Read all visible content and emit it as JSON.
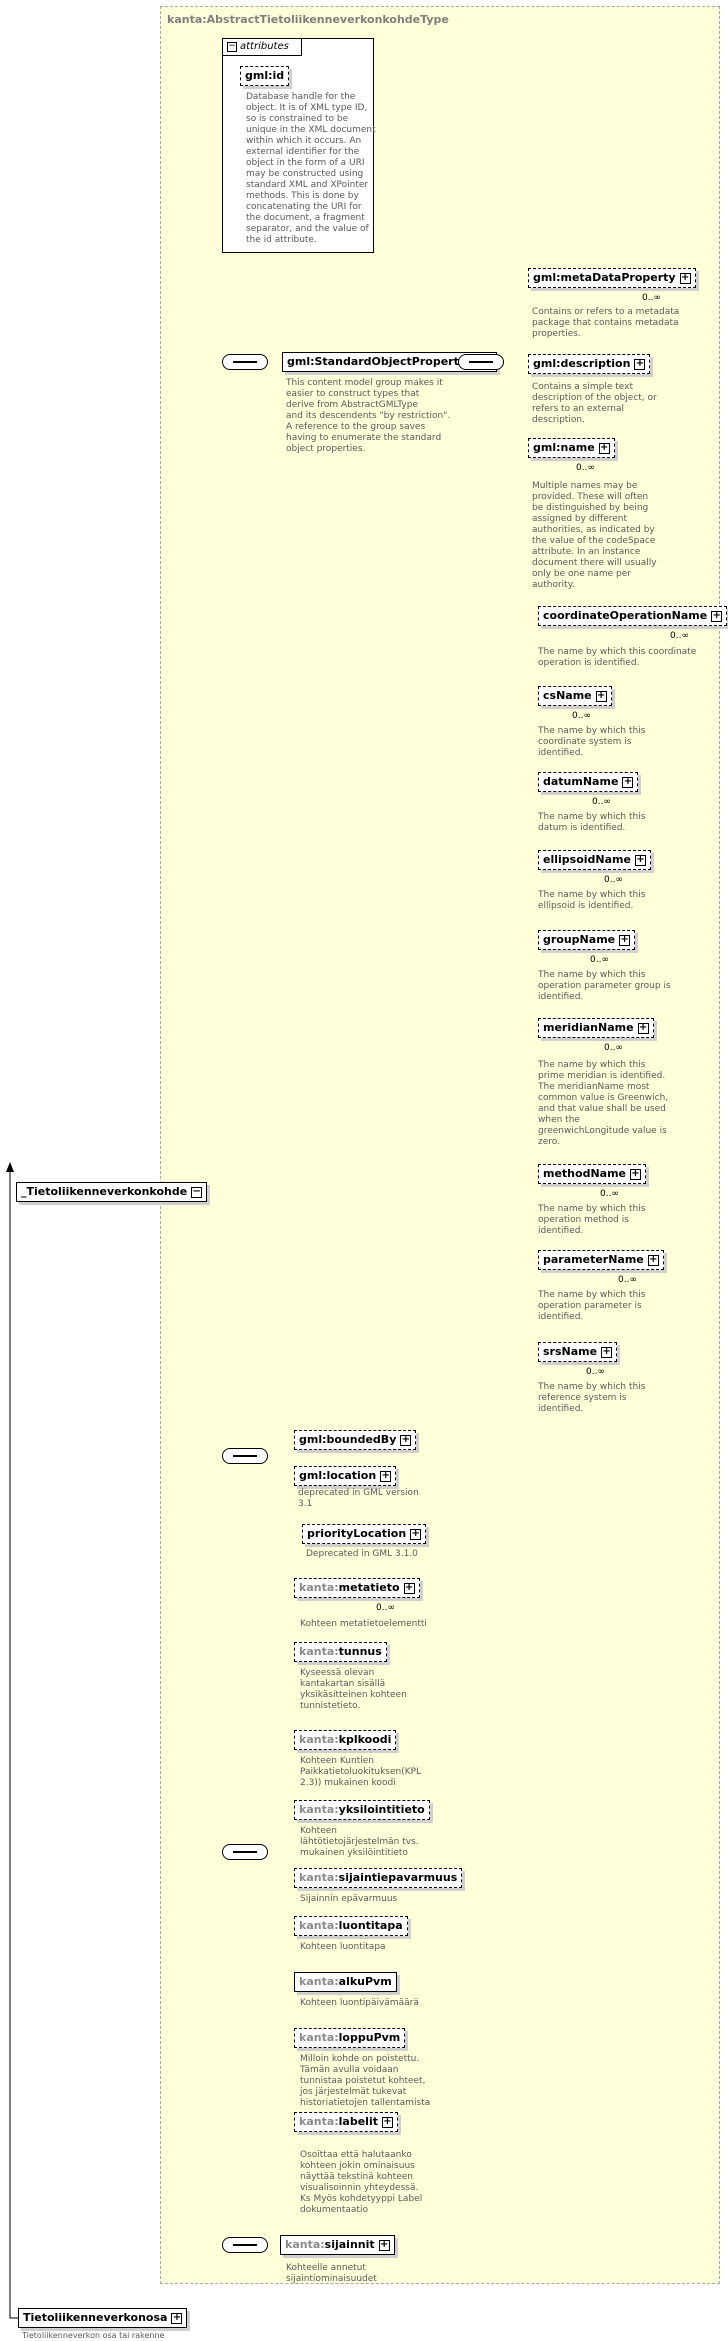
{
  "type_title": "kanta:AbstractTietoliikenneverkonkohdeType",
  "attributes_label": "attributes",
  "attributes": [
    {
      "name": "gml:id",
      "doc": "Database handle for the\nobject.  It is of XML type ID,\nso is constrained to be\nunique in the XML document\nwithin which it occurs.  An\nexternal identifier for the\nobject in the form of a URI\nmay be constructed using\nstandard XML and XPointer\nmethods.  This is done by\nconcatenating the URI for\nthe document, a fragment\nseparator, and the value of\nthe id attribute."
    }
  ],
  "root": {
    "name": "_Tietoliikenneverkonkohde"
  },
  "std_group": {
    "name": "gml:StandardObjectProperties",
    "doc": "This content model group makes it\neasier to construct types that\n      derive from AbstractGMLType\nand its descendents \"by restriction\".\n      A reference to the group saves\nhaving to enumerate the standard\nobject properties.",
    "children": [
      {
        "name": "gml:metaDataProperty",
        "card": "0..∞",
        "doc": "Contains or refers to a metadata\npackage that contains metadata\nproperties."
      },
      {
        "name": "gml:description",
        "card": "",
        "doc": "Contains a simple text\ndescription of the object, or\nrefers to an external\ndescription."
      },
      {
        "name": "gml:name",
        "card": "0..∞",
        "doc": "Multiple names may be\nprovided.  These will often\nbe distinguished by being\nassigned by different\nauthorities, as indicated by\nthe value of the codeSpace\nattribute.  In an instance\ndocument there will usually\nonly be one name per\nauthority."
      }
    ],
    "substitutions": [
      {
        "name": "coordinateOperationName",
        "card": "0..∞",
        "doc": "The name by which this coordinate\noperation is identified."
      },
      {
        "name": "csName",
        "card": "0..∞",
        "doc": "The name by which this\ncoordinate system is\nidentified."
      },
      {
        "name": "datumName",
        "card": "0..∞",
        "doc": "The name by which this\ndatum is identified."
      },
      {
        "name": "ellipsoidName",
        "card": "0..∞",
        "doc": "The name by which this\nellipsoid is identified."
      },
      {
        "name": "groupName",
        "card": "0..∞",
        "doc": "The name by which this\noperation parameter group is\nidentified."
      },
      {
        "name": "meridianName",
        "card": "0..∞",
        "doc": "The name by which this\nprime meridian is identified.\nThe meridianName most\ncommon value is Greenwich,\nand that value shall be used\nwhen the\ngreenwichLongitude value is\nzero."
      },
      {
        "name": "methodName",
        "card": "0..∞",
        "doc": "The name by which this\noperation method is\nidentified."
      },
      {
        "name": "parameterName",
        "card": "0..∞",
        "doc": "The name by which this\noperation parameter is\nidentified."
      },
      {
        "name": "srsName",
        "card": "0..∞",
        "doc": "The name by which this\nreference system is\nidentified."
      }
    ]
  },
  "bounded": {
    "children": [
      {
        "name": "gml:boundedBy",
        "card": "",
        "doc": ""
      },
      {
        "name": "gml:location",
        "card": "",
        "doc": "deprecated in GML version\n3.1"
      }
    ],
    "sub": {
      "name": "priorityLocation",
      "doc": "Deprecated in GML 3.1.0"
    }
  },
  "kanta": {
    "prefix": "kanta:",
    "children": [
      {
        "name": "metatieto",
        "card": "0..∞",
        "doc": "Kohteen metatietoelementti"
      },
      {
        "name": "tunnus",
        "card": "",
        "doc": "Kyseessä olevan\nkantakartan sisällä\nyksikäsitteinen kohteen\ntunnistetieto."
      },
      {
        "name": "kplkoodi",
        "card": "",
        "doc": "Kohteen Kuntien\nPaikkatietoluokituksen(KPL\n2.3)) mukainen koodi"
      },
      {
        "name": "yksilointitieto",
        "card": "",
        "doc": "Kohteen\nlähtötietojärjestelmän  tvs.\nmukainen yksilöintitieto"
      },
      {
        "name": "sijaintiepavarmuus",
        "card": "",
        "doc": "Sijainnin epävarmuus"
      },
      {
        "name": "luontitapa",
        "card": "",
        "doc": "Kohteen luontitapa"
      },
      {
        "name": "alkuPvm",
        "card": "",
        "doc": "Kohteen luontipäivämäärä"
      },
      {
        "name": "loppuPvm",
        "card": "",
        "doc": "Milloin kohde on poistettu.\nTämän avulla voidaan\ntunnistaa poistetut kohteet,\njos järjestelmät tukevat\nhistoriatietojen tallentamista"
      },
      {
        "name": "labelit",
        "card": "",
        "doc": "Osoittaa että halutaanko\nkohteen jokin ominaisuus\nnäyttää tekstinä kohteen\nvisualisoinnin yhteydessä.\n Ks Myös kohdetyyppi Label\ndokumentaatio"
      }
    ]
  },
  "sijainnit": {
    "prefix": "kanta:",
    "name": "sijainnit",
    "doc": "Kohteelle annetut\nsijaintiominaisuudet"
  },
  "bottom": {
    "name": "Tietoliikenneverkonosa",
    "doc": "Tietoliikenneverkon osa tai rakenne"
  }
}
